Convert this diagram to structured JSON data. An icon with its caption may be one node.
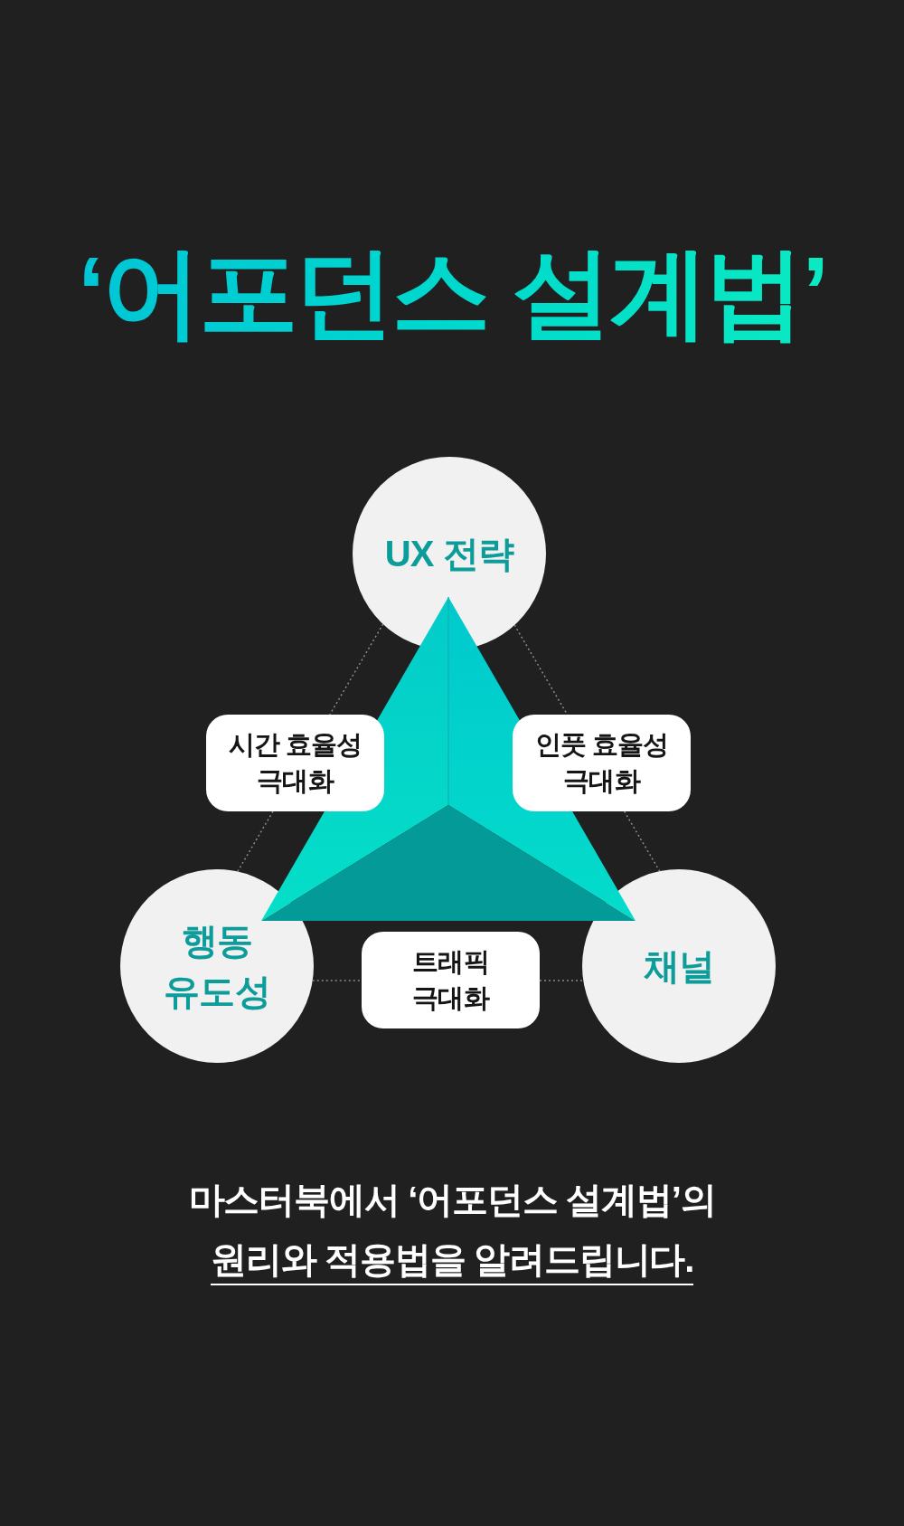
{
  "diagram": {
    "title": "‘어포던스 설계법’",
    "nodes": [
      {
        "text": [
          "UX 전략"
        ]
      },
      {
        "text": [
          "시간 효율성 극대화"
        ]
      },
      {
        "text": [
          "인풋 효율성 극대화"
        ]
      },
      {
        "text": [
          "행동 유도성"
        ]
      },
      {
        "text": [
          "트래픽 극대화"
        ]
      },
      {
        "text": [
          "채널"
        ]
      }
    ],
    "edges": [
      {
        "from": 0,
        "to": 1,
        "arrow": "none",
        "style": "dashed"
      },
      {
        "from": 1,
        "to": 3,
        "arrow": "none",
        "style": "dashed"
      },
      {
        "from": 0,
        "to": 2,
        "arrow": "none",
        "style": "dashed"
      },
      {
        "from": 2,
        "to": 5,
        "arrow": "none",
        "style": "dashed"
      },
      {
        "from": 3,
        "to": 4,
        "arrow": "none",
        "style": "dashed"
      },
      {
        "from": 4,
        "to": 5,
        "arrow": "none",
        "style": "dashed"
      }
    ],
    "labels": [
      "마스터북에서 ‘어포던스 설계법’의",
      "원리와 적용법을 알려드립니다."
    ]
  }
}
